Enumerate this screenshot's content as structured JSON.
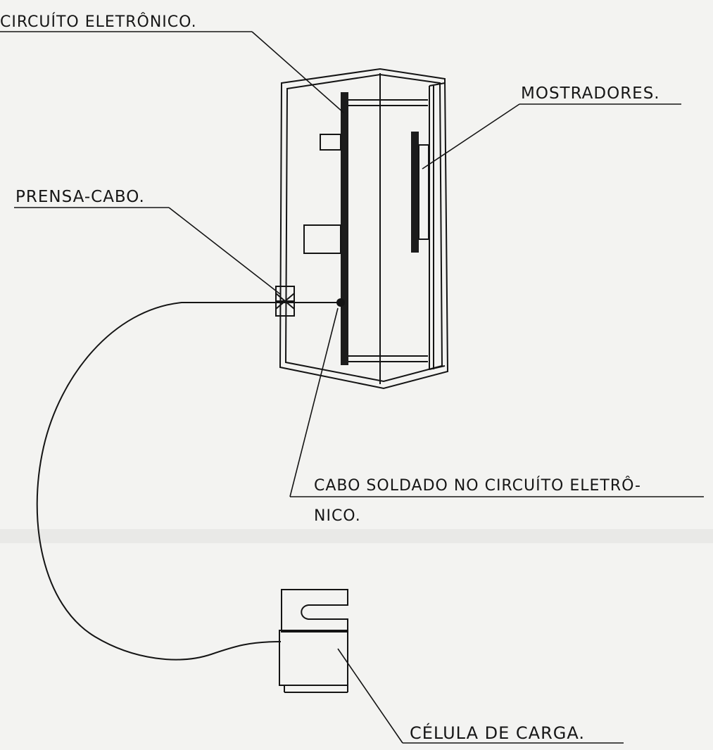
{
  "labels": {
    "circuit": "CIRCUÍTO ELETRÔNICO.",
    "displays": "MOSTRADORES.",
    "cable_gland": "PRENSA-CABO.",
    "soldered_line1": "CABO SOLDADO NO CIRCUÍTO ELETRÔ-",
    "soldered_line2": "NICO.",
    "load_cell": "CÉLULA DE CARGA."
  },
  "colors": {
    "paper": "#f3f3f1",
    "ink": "#141414"
  }
}
